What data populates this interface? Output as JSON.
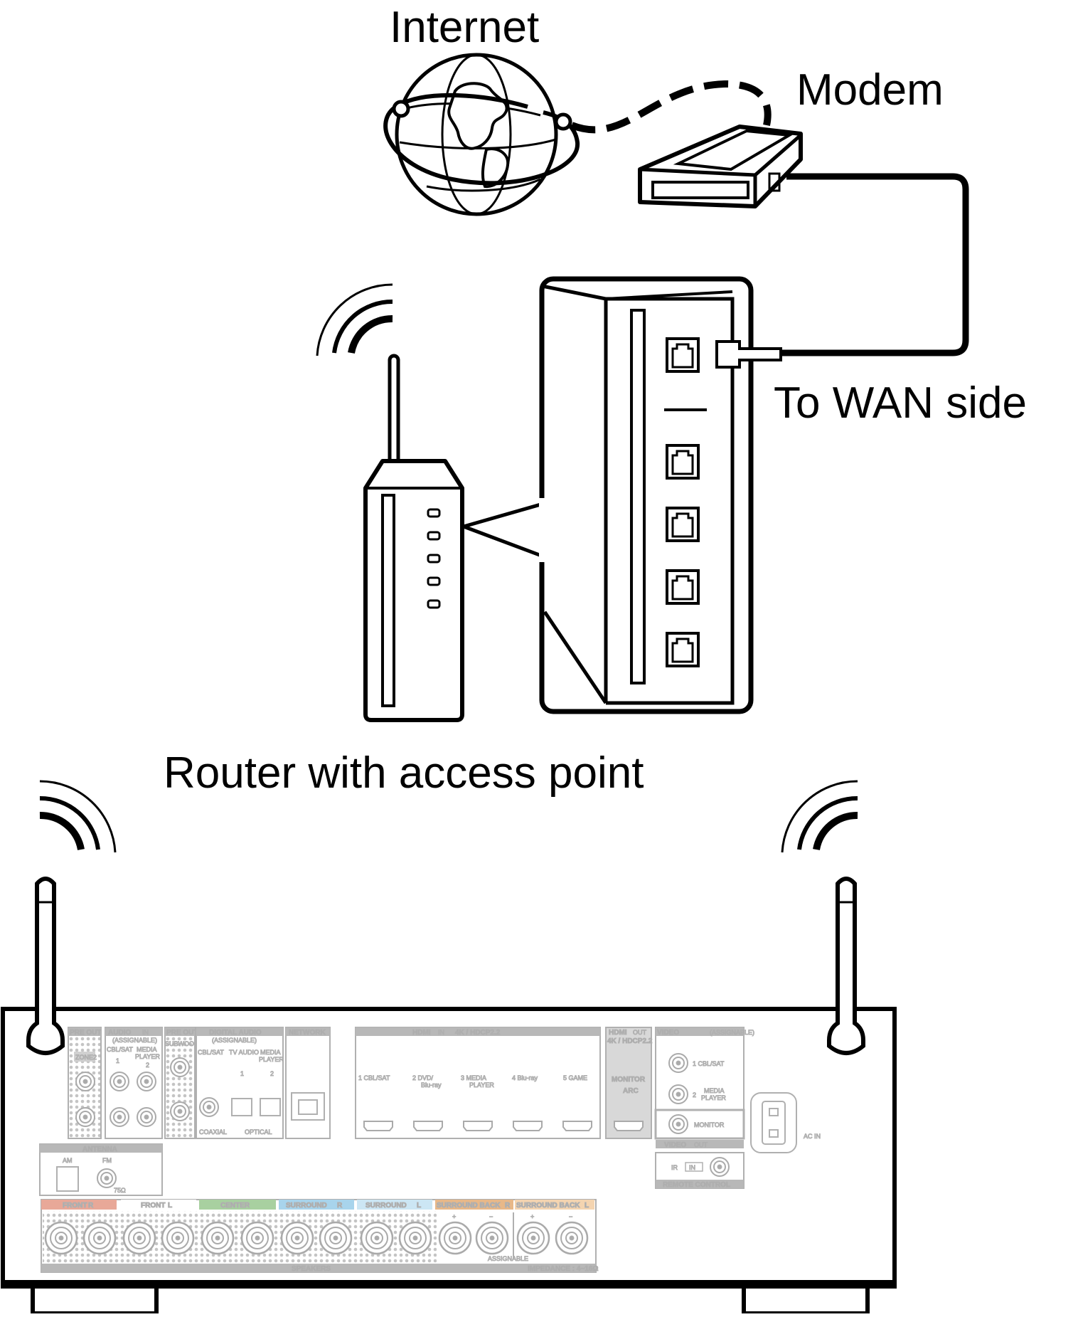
{
  "labels": {
    "internet": "Internet",
    "modem": "Modem",
    "wan": "To WAN side",
    "router": "Router with access point"
  },
  "icons": {
    "globe": "globe-icon",
    "modem": "modem-device",
    "router": "router-device",
    "wifi": "wifi-signal-icon",
    "lan_port": "ethernet-port-icon",
    "receiver": "av-receiver-rear-panel"
  },
  "rear_panel": {
    "preout_1": "PRE OUT",
    "audio_in": "AUDIO",
    "audio_in_badge": "IN",
    "assignable": "(ASSIGNABLE)",
    "zone2": "ZONE2",
    "cbl_sat": "CBL/SAT",
    "media_player_1": "MEDIA",
    "media_player_2": "PLAYER",
    "num_1": "1",
    "num_2": "2",
    "preout_2": "PRE OUT",
    "subwoofer": "SUBWOOFER",
    "digital_audio": "DIGITAL AUDIO",
    "tv_audio": "TV AUDIO",
    "coaxial": "COAXIAL",
    "optical": "OPTICAL",
    "network": "NETWORK",
    "hdmi_in": "HDMI",
    "hdmi_in_spec": "4K / HDCP2.2",
    "hdmi_in_1": "1  CBL/SAT",
    "hdmi_in_2a": "2   DVD/",
    "hdmi_in_2b": "Blu-ray",
    "hdmi_in_3a": "3   MEDIA",
    "hdmi_in_3b": "PLAYER",
    "hdmi_in_4": "4  Blu-ray",
    "hdmi_in_5": "5  GAME",
    "hdmi_out": "HDMI",
    "out_badge": "OUT",
    "hdmi_out_spec": "4K / HDCP2.2",
    "monitor": "MONITOR",
    "arc": "ARC",
    "video_in": "VIDEO",
    "video_1": "1  CBL/SAT",
    "video_2a": "MEDIA",
    "video_2b": "PLAYER",
    "video_monitor": "MONITOR",
    "video_out": "VIDEO",
    "ir": "IR",
    "in_badge": "IN",
    "remote_control": "REMOTE CONTROL",
    "ac_in": "AC IN",
    "antenna": "ANTENNA",
    "am": "AM",
    "fm": "FM",
    "ohm": "75Ω",
    "front_r": "FRONT",
    "front_l": "FRONT",
    "center": "CENTER",
    "surround_r": "SURROUND",
    "surround_l": "SURROUND",
    "surround_back_r": "SURROUND BACK",
    "surround_back_l": "SURROUND BACK",
    "r_badge": "R",
    "l_badge": "L",
    "assignable_bottom": "ASSIGNABLE",
    "speakers": "SPEAKERS",
    "impedance": "IMPEDANCE : 4~16Ω",
    "plus": "+",
    "minus": "−"
  },
  "colors": {
    "line": "#000000",
    "panel_gray": "#b0b0b0",
    "front_r": "#e8a898",
    "center": "#a8d0a0",
    "surround_r": "#a8d4ec",
    "surround_l": "#cce6f4",
    "surround_back_r": "#e8b888",
    "surround_back_l": "#f4d4b0"
  }
}
